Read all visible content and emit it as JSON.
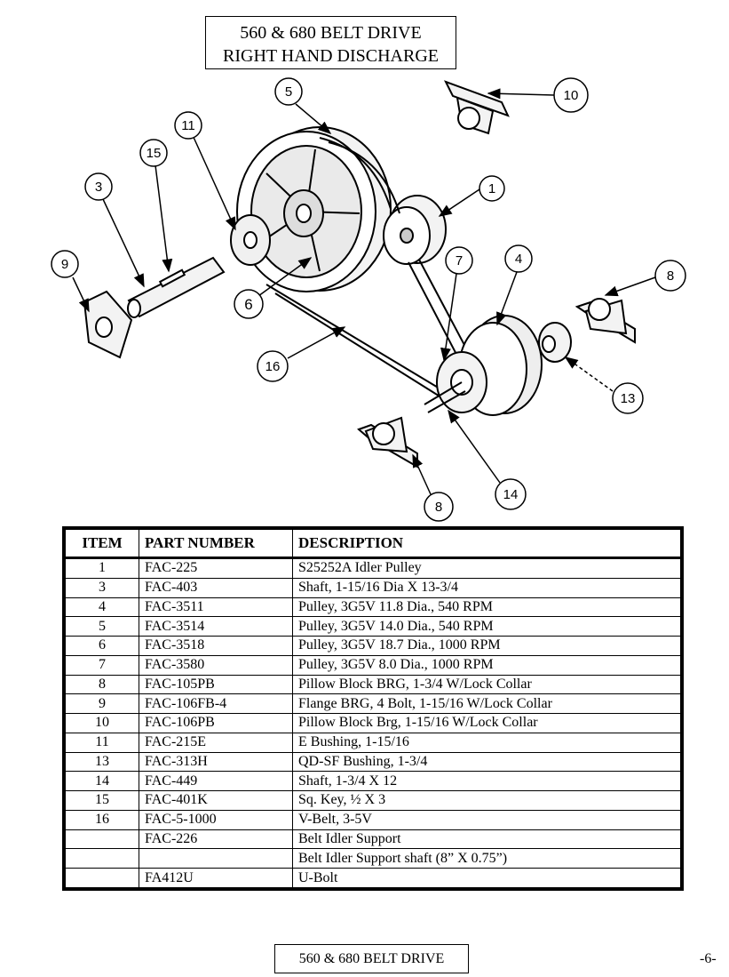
{
  "header": {
    "title_line1": "560 & 680 BELT DRIVE",
    "title_line2": "RIGHT HAND DISCHARGE"
  },
  "diagram": {
    "callouts": [
      "1",
      "3",
      "4",
      "5",
      "6",
      "7",
      "8",
      "8",
      "9",
      "10",
      "11",
      "13",
      "14",
      "15",
      "16"
    ]
  },
  "table": {
    "headers": [
      "ITEM",
      "PART NUMBER",
      "DESCRIPTION"
    ],
    "rows": [
      {
        "item": "1",
        "part": "FAC-225",
        "desc": "S25252A Idler Pulley"
      },
      {
        "item": "3",
        "part": "FAC-403",
        "desc": "Shaft, 1-15/16 Dia X 13-3/4"
      },
      {
        "item": "4",
        "part": "FAC-3511",
        "desc": "Pulley, 3G5V 11.8 Dia., 540 RPM"
      },
      {
        "item": "5",
        "part": "FAC-3514",
        "desc": "Pulley, 3G5V 14.0 Dia., 540 RPM"
      },
      {
        "item": "6",
        "part": "FAC-3518",
        "desc": "Pulley, 3G5V 18.7 Dia., 1000 RPM"
      },
      {
        "item": "7",
        "part": "FAC-3580",
        "desc": "Pulley, 3G5V 8.0 Dia., 1000 RPM"
      },
      {
        "item": "8",
        "part": "FAC-105PB",
        "desc": "Pillow Block BRG, 1-3/4 W/Lock Collar"
      },
      {
        "item": "9",
        "part": "FAC-106FB-4",
        "desc": "Flange BRG, 4 Bolt, 1-15/16 W/Lock Collar"
      },
      {
        "item": "10",
        "part": "FAC-106PB",
        "desc": "Pillow Block Brg, 1-15/16 W/Lock Collar"
      },
      {
        "item": "11",
        "part": "FAC-215E",
        "desc": "E Bushing, 1-15/16"
      },
      {
        "item": "13",
        "part": "FAC-313H",
        "desc": "QD-SF Bushing, 1-3/4"
      },
      {
        "item": "14",
        "part": "FAC-449",
        "desc": "Shaft, 1-3/4 X 12"
      },
      {
        "item": "15",
        "part": "FAC-401K",
        "desc": "Sq. Key, ½ X 3"
      },
      {
        "item": "16",
        "part": "FAC-5-1000",
        "desc": "V-Belt, 3-5V"
      },
      {
        "item": "",
        "part": "FAC-226",
        "desc": "Belt Idler Support"
      },
      {
        "item": "",
        "part": "",
        "desc": "Belt Idler Support shaft (8” X 0.75”)"
      },
      {
        "item": "",
        "part": "FA412U",
        "desc": "U-Bolt"
      }
    ]
  },
  "footer": {
    "label": "560 & 680 BELT DRIVE",
    "page": "-6-"
  }
}
